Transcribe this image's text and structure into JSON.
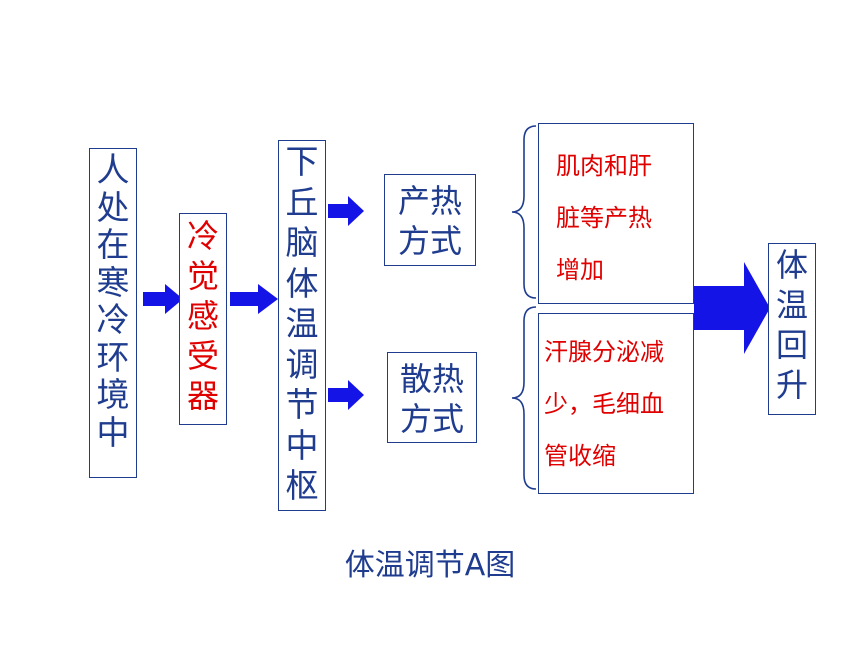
{
  "colors": {
    "border": "#1f3c8f",
    "text_blue": "#1f3c8f",
    "text_red": "#e00000",
    "arrow": "#1414e6"
  },
  "nodes": {
    "cold_environment": "人处在寒冷环境中",
    "cold_receptor": "冷觉感受器",
    "hypothalamus": "下丘脑体温调节中枢",
    "heat_production_mode": [
      "产热",
      "方式"
    ],
    "heat_dissipation_mode": [
      "散热",
      "方式"
    ],
    "heat_production_detail": [
      "肌肉和肝",
      "脏等产热",
      "增加"
    ],
    "heat_dissipation_detail": [
      "汗腺分泌减",
      "少，毛细血",
      "管收缩"
    ],
    "temperature_rise": "体温回升"
  },
  "caption": "体温调节A图"
}
